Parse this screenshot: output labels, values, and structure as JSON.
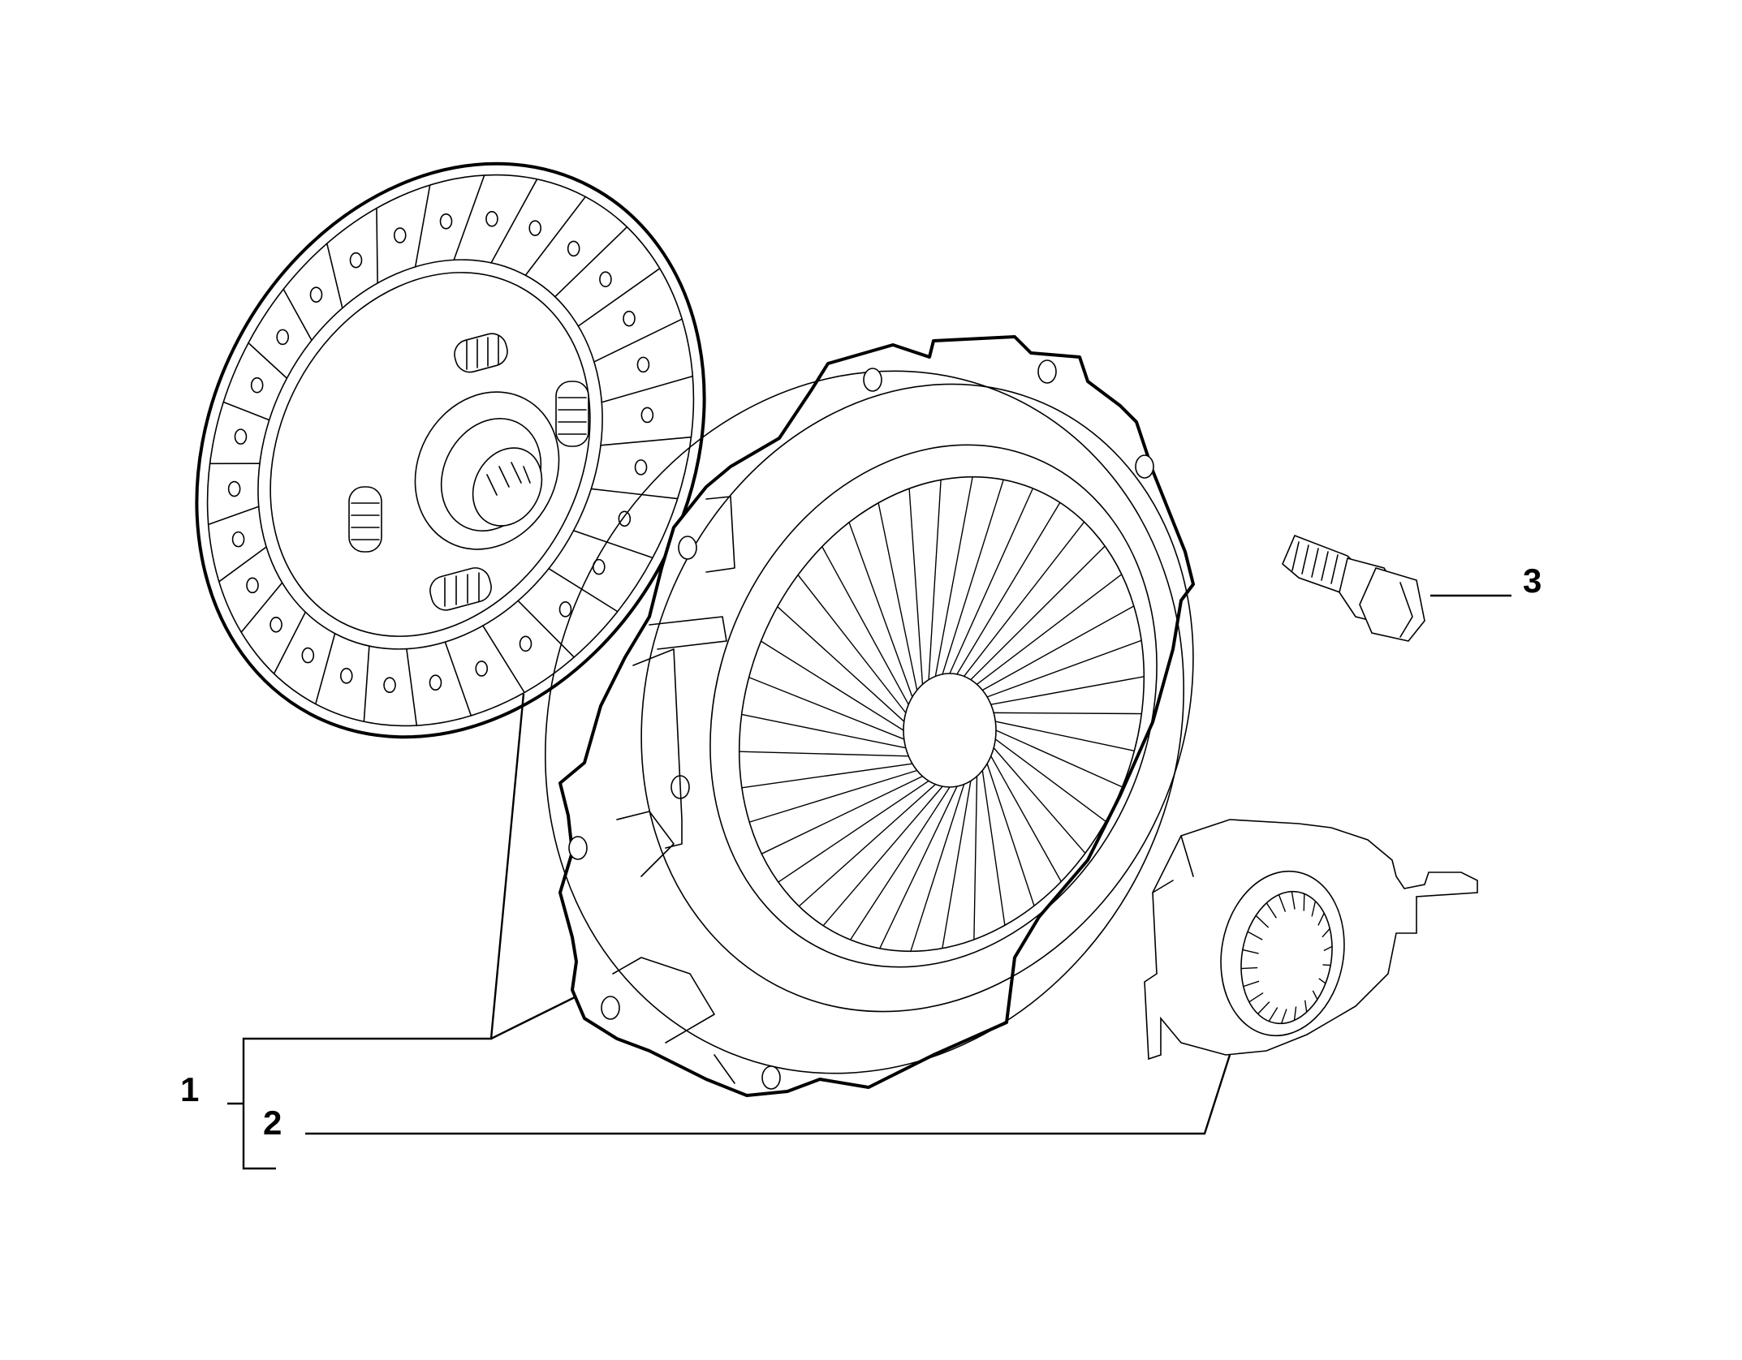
{
  "callouts": {
    "label_1": "1",
    "label_2": "2",
    "label_3": "3"
  },
  "icons": {
    "clutch_disc": "clutch-disc-icon",
    "pressure_plate": "pressure-plate-icon",
    "release_bearing": "release-bearing-icon",
    "bolt": "bolt-icon"
  },
  "colors": {
    "line": "#000000",
    "background": "#ffffff"
  }
}
